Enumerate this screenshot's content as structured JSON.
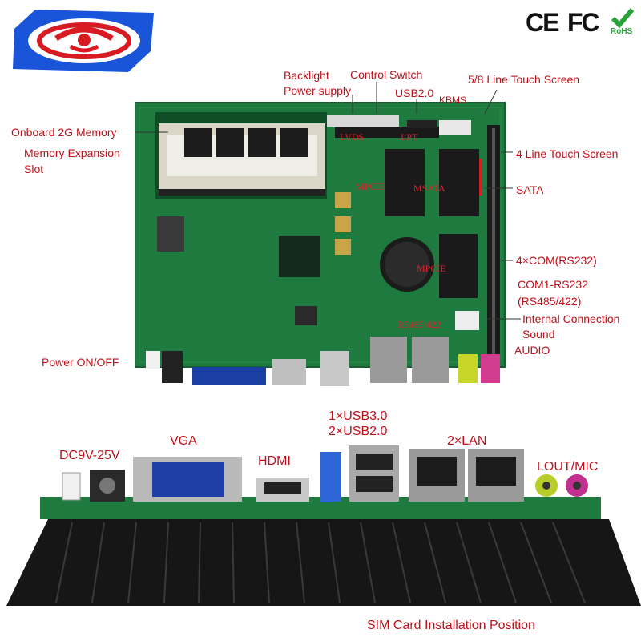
{
  "certifications": [
    "CE",
    "FC",
    "RoHS"
  ],
  "colors": {
    "label_red": "#c0101a",
    "pcb_green": "#1f7a3f",
    "logo_blue": "#1a54d9",
    "logo_red": "#d81b22",
    "heatsink": "#161616"
  },
  "top_labels": {
    "backlight": "Backlight",
    "power_supply": "Power supply",
    "control_switch": "Control Switch",
    "usb20": "USB2.0",
    "kbms": "KBMS",
    "touch_58": "5/8 Line Touch Screen",
    "onboard_memory": "Onboard 2G Memory",
    "memory_expansion": "Memory Expansion",
    "slot": "Slot",
    "touch_4": "4 Line Touch Screen",
    "sata": "SATA",
    "com4": "4×COM(RS232)",
    "com1": "COM1-RS232",
    "rs485": "(RS485/422)",
    "internal_connection": "Internal Connection",
    "sound": "Sound",
    "audio": "AUDIO",
    "power_onoff": "Power  ON/OFF"
  },
  "board_marks": {
    "lvds": "LVDS",
    "lpt": "LPT",
    "mpcie1": "MPCIE",
    "msata": "MSATA",
    "mpcie2": "MPCIE",
    "rs485_422": "RS485/422"
  },
  "bottom_labels": {
    "dc": "DC9V-25V",
    "vga": "VGA",
    "hdmi": "HDMI",
    "usb30": "1×USB3.0",
    "usb20": "2×USB2.0",
    "lan": "2×LAN",
    "lout_mic": "LOUT/MIC",
    "sim": "SIM Card Installation Position"
  }
}
